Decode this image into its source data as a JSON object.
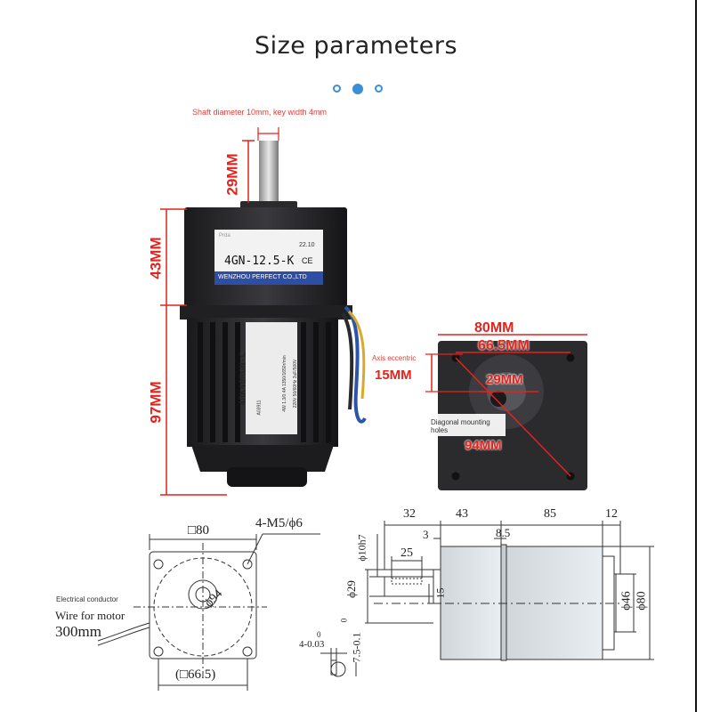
{
  "title": "Size parameters",
  "carousel": {
    "count": 3,
    "active": 2
  },
  "photo_front": {
    "note": "Shaft diameter 10mm, key width 4mm",
    "dim_shaft": "29MM",
    "dim_gearbox": "43MM",
    "dim_motor": "97MM",
    "label_gearbox_small": "Prda",
    "label_gearbox_date": "22.10",
    "label_gearbox_model": "4GN-12.5-K",
    "label_gearbox_ce": "CE",
    "label_gearbox_maker": "WENZHOU PERFECT CO.,LTD",
    "label_motor_model": "4RK40RGN-C",
    "label_motor_line1": "4W 1.3/0.4A 1350/1650r/min",
    "label_motor_line2": "220V 50/60Hz 3uF/500V",
    "label_motor_line3": "A03911"
  },
  "photo_face": {
    "dim_width": "80MM",
    "dim_holes": "66.5MM",
    "note_axis": "Axis eccentric",
    "dim_eccentric": "15MM",
    "dim_boss": "29MM",
    "note_diagonal": "Diagonal mounting holes",
    "dim_diagonal": "94MM"
  },
  "drawing_front": {
    "square": "□80",
    "holes": "4-M5/ϕ6",
    "diagonal": "ϕ94",
    "inner_square": "(□66.5)",
    "note_conductor": "Electrical conductor",
    "wire_label": "Wire for motor",
    "wire_length": "300mm"
  },
  "drawing_key": {
    "key_width": "4-0.03",
    "key_width_upper": "0",
    "key_depth": "7.5-0.1",
    "key_depth_upper": "0"
  },
  "drawing_side": {
    "d_32": "32",
    "d_43": "43",
    "d_85": "85",
    "d_12": "12",
    "d_3": "3",
    "d_8_5": "8.5",
    "d_25": "25",
    "d_shaft": "ϕ10h7",
    "d_boss": "ϕ29",
    "d_15": "15",
    "d_46": "ϕ46",
    "d_80": "ϕ80"
  }
}
